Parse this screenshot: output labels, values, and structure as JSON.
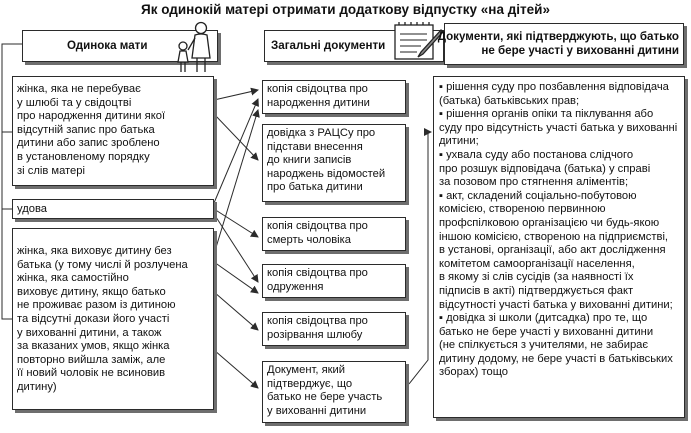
{
  "title": "Як одинокій матері отримати додаткову відпустку «на дітей»",
  "headers": {
    "single_mother": "Одинока мати",
    "general_docs": "Загальні документи",
    "confirming_docs": [
      "Документи, які підтверджують, що батько",
      "не бере участі у вихованні дитини"
    ]
  },
  "categories": [
    {
      "lines": [
        "жінка, яка не перебуває",
        "у шлюбі та у свідоцтві",
        "про народження дитини якої",
        "відсутній запис про батька",
        "дитини або запис зроблено",
        "в установленому порядку",
        "зі слів матері"
      ]
    },
    {
      "lines": [
        "удова"
      ]
    },
    {
      "lines": [
        "жінка, яка виховує дитину без",
        "батька (у тому числі й розлучена",
        "жінка, яка самостійно",
        "виховує дитину, якщо батько",
        "не проживає разом із дитиною",
        "та відсутні докази його участі",
        "у вихованні дитини, а також",
        "за вказаних умов, якщо жінка",
        "повторно вийшла заміж, але",
        "її новий чоловік не всиновив",
        "дитину)"
      ]
    }
  ],
  "general_documents": [
    {
      "lines": [
        "копія свідоцтва про",
        "народження дитини"
      ]
    },
    {
      "lines": [
        "довідка з РАЦСу про",
        "підстави внесення",
        "до книги записів",
        "народжень відомостей",
        "про батька дитини"
      ]
    },
    {
      "lines": [
        "копія свідоцтва про",
        "смерть чоловіка"
      ]
    },
    {
      "lines": [
        "копія свідоцтва про",
        "одруження"
      ]
    },
    {
      "lines": [
        "копія свідоцтва про",
        "розірвання шлюбу"
      ]
    },
    {
      "lines": [
        "Документ, який",
        "підтверджує, що",
        "батько не бере участь",
        "у вихованні дитини"
      ]
    }
  ],
  "confirming_documents": [
    [
      "рішення суду про позбавлення відповідача",
      "(батька) батьківських прав;"
    ],
    [
      "рішення органів опіки та піклування або",
      "суду про відсутність участі батька у вихованні",
      "дитини;"
    ],
    [
      "ухвала суду або постанова слідчого",
      "про розшук відповідача (батька) у справі",
      "за позовом про стягнення аліментів;"
    ],
    [
      "акт, складений соціально-побутовою",
      "комісією, створеною первинною",
      "профспілковою організацією чи будь-якою",
      "іншою комісією, створеною на підприємстві,",
      "в установі, організації, або акт дослідження",
      "комітетом самоорганізації населення,",
      "в якому зі слів сусідів (за наявності їх",
      "підписів в акті) підтверджується факт",
      "відсутності участі батька у вихованні дитини;"
    ],
    [
      "довідка зі школи (дитсадка) про те, що",
      "батько не бере участі у вихованні дитини",
      "(не спілкується з учителями, не забирає",
      "дитину додому, не бере участі в батьківських",
      "зборах) тощо"
    ]
  ],
  "icons": [
    "mother-child-icon",
    "notepad-pen-icon"
  ],
  "colors": {
    "border": "#2b2b2b",
    "shadow": "#6e6e6e",
    "text": "#111111"
  }
}
